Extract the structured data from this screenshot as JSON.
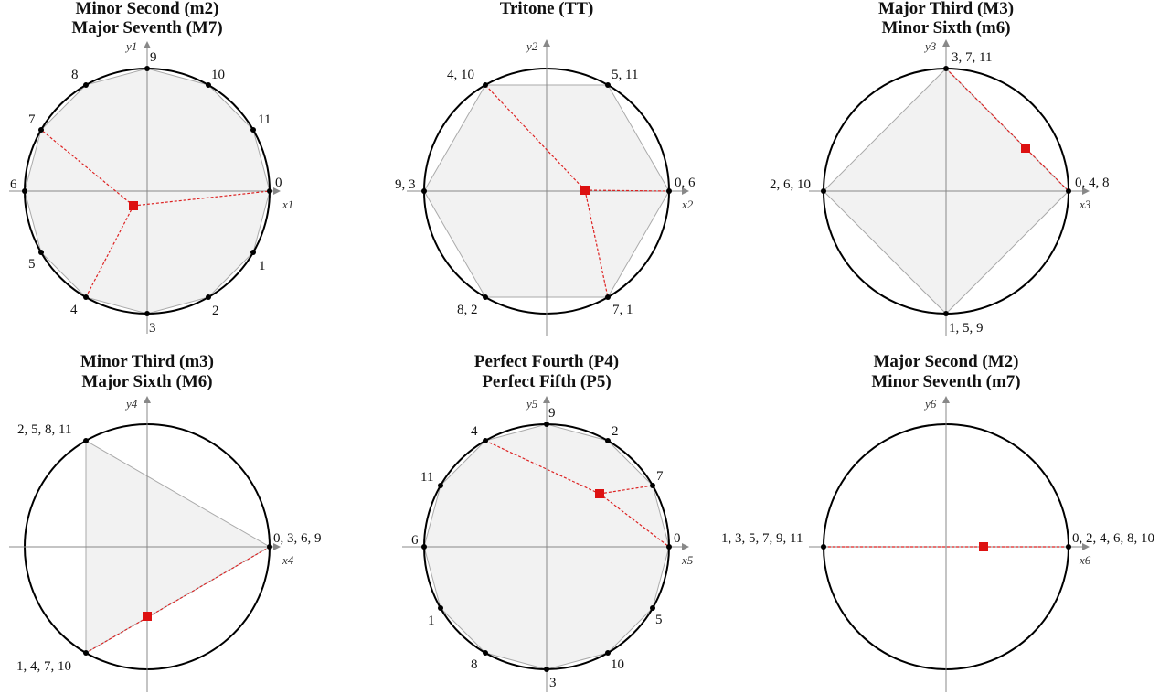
{
  "panels": [
    {
      "id": "p1",
      "title_lines": [
        "Minor Second (m2)",
        "Major Seventh (M7)"
      ],
      "x_axis_label": "x1",
      "y_axis_label": "y1",
      "point_labels": [
        "0",
        "1",
        "2",
        "3",
        "4",
        "5",
        "6",
        "7",
        "8",
        "9",
        "10",
        "11"
      ],
      "polygon_fill": "#f2f2f2",
      "red_lines_to": [
        "0",
        "4",
        "7"
      ]
    },
    {
      "id": "p2",
      "title_lines": [
        "Tritone (TT)"
      ],
      "x_axis_label": "x2",
      "y_axis_label": "y2",
      "point_labels": [
        "0, 6",
        "7, 1",
        "8, 2",
        "9, 3",
        "4, 10",
        "5, 11"
      ],
      "polygon_fill": "#f2f2f2",
      "red_lines_to": [
        "0, 6",
        "7, 1",
        "4, 10"
      ]
    },
    {
      "id": "p3",
      "title_lines": [
        "Major Third  (M3)",
        "Minor Sixth (m6)"
      ],
      "x_axis_label": "x3",
      "y_axis_label": "y3",
      "point_labels": [
        "0, 4, 8",
        "1, 5, 9",
        "2, 6, 10",
        "3, 7, 11"
      ],
      "polygon_fill": "#f2f2f2",
      "red_lines_to": [
        "0, 4, 8",
        "3, 7, 11"
      ]
    },
    {
      "id": "p4",
      "title_lines": [
        "Minor Third  (m3)",
        "Major Sixth (M6)"
      ],
      "x_axis_label": "x4",
      "y_axis_label": "y4",
      "point_labels": [
        "0, 3, 6, 9",
        "1, 4, 7, 10",
        "2, 5, 8, 11"
      ],
      "polygon_fill": "#f2f2f2",
      "red_lines_to": [
        "0, 3, 6, 9",
        "1, 4, 7, 10"
      ]
    },
    {
      "id": "p5",
      "title_lines": [
        "Perfect Fourth (P4)",
        "Perfect Fifth (P5)"
      ],
      "x_axis_label": "x5",
      "y_axis_label": "y5",
      "point_labels": [
        "0",
        "5",
        "10",
        "3",
        "8",
        "1",
        "6",
        "11",
        "4",
        "9",
        "2",
        "7"
      ],
      "polygon_fill": "#f2f2f2",
      "red_lines_to": [
        "0",
        "4",
        "7"
      ]
    },
    {
      "id": "p6",
      "title_lines": [
        "Major Second  (M2)",
        "Minor Seventh (m7)"
      ],
      "x_axis_label": "x6",
      "y_axis_label": "y6",
      "point_labels": [
        "0, 2, 4, 6, 8, 10",
        "1, 3, 5, 7, 9, 11"
      ],
      "polygon_fill": "#f2f2f2",
      "red_lines_to": [
        "0, 2, 4, 6, 8, 10",
        "1, 3, 5, 7, 9, 11"
      ]
    }
  ],
  "colors": {
    "circle": "#000000",
    "axis": "#888888",
    "polygon_edge": "#aaaaaa",
    "centroid": "#dd1111",
    "dash": "#dd2222"
  }
}
